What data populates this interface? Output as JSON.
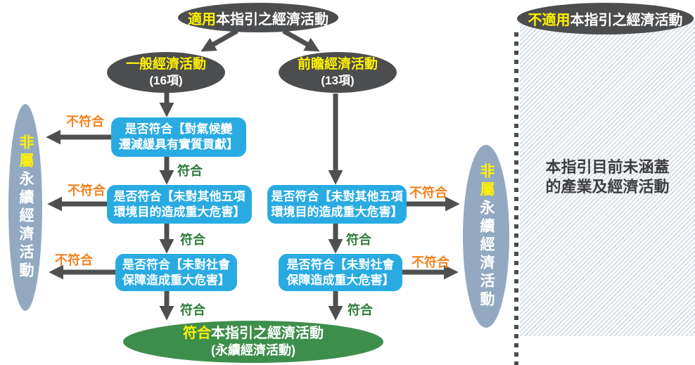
{
  "colors": {
    "node_dark": "#4C4D4F",
    "decision_blue": "#29ABE2",
    "result_green": "#3E8E4B",
    "side_gray_blue": "#93A9C2",
    "highlight_yellow": "#FFF200",
    "fail_orange": "#F5821F",
    "pass_green": "#2F7D3B"
  },
  "nodes": {
    "applicable": {
      "highlight": "適用",
      "rest": "本指引之經濟活動"
    },
    "not_applicable": {
      "highlight": "不適用",
      "rest": "本指引之經濟活動"
    },
    "general": {
      "title": "一般經濟活動",
      "count": "(16項)"
    },
    "forward": {
      "title": "前瞻經濟活動",
      "count": "(13項)"
    },
    "non_sustainable": {
      "highlight": "非屬",
      "rest": "永續經濟活動"
    },
    "result": {
      "highlight": "符合",
      "rest": "本指引之經濟活動",
      "sub": "(永續經濟活動)"
    },
    "excluded": {
      "line1": "本指引目前未涵蓋",
      "line2": "的產業及經濟活動"
    }
  },
  "boxes": [
    {
      "lines": [
        "是否符合【對氣候變",
        "遷減緩具有實質貢獻】"
      ]
    },
    {
      "lines": [
        "是否符合【未對其他五項",
        "環境目的造成重大危害】"
      ]
    },
    {
      "lines": [
        "是否符合【未對社會",
        "保障造成重大危害】"
      ]
    },
    {
      "lines": [
        "是否符合【未對其他五項",
        "環境目的造成重大危害】"
      ]
    },
    {
      "lines": [
        "是否符合【未對社會",
        "保障造成重大危害】"
      ]
    }
  ],
  "labels": {
    "pass": "符合",
    "fail": "不符合"
  }
}
